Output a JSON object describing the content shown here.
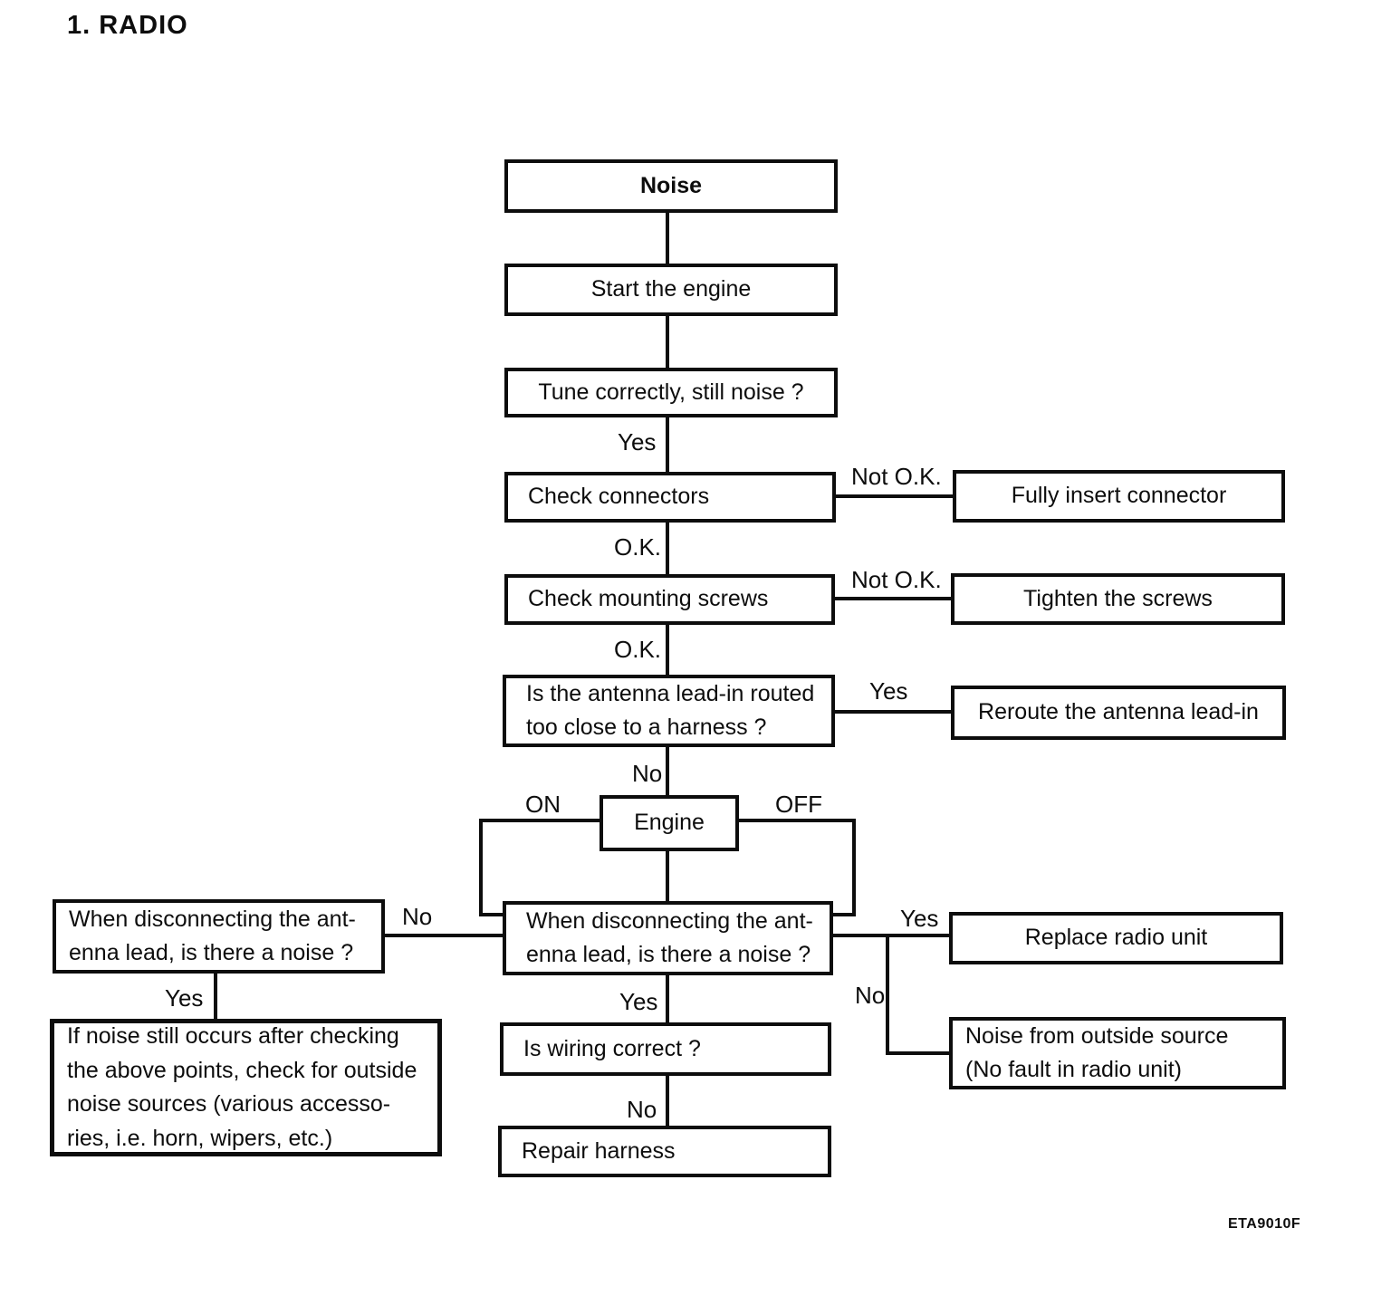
{
  "page": {
    "title": "1. RADIO",
    "figure_code": "ETA9010F"
  },
  "flowchart": {
    "colors": {
      "ink": "#0d0d0d",
      "paper": "#ffffff"
    },
    "nodes": {
      "noise": "Noise",
      "start_engine": "Start the engine",
      "tune": "Tune correctly, still noise ?",
      "check_connectors": "Check connectors",
      "fully_insert": "Fully insert connector",
      "check_screws": "Check mounting screws",
      "tighten_screws": "Tighten the screws",
      "antenna_routed": "Is the antenna lead-in routed\ntoo close to a harness ?",
      "reroute": "Reroute the antenna lead-in",
      "engine": "Engine",
      "when_disconnect_left": "When disconnecting the ant-\nenna lead, is there a noise ?",
      "when_disconnect_center": "When disconnecting the ant-\nenna lead, is there a noise ?",
      "replace_radio": "Replace radio unit",
      "outside_source": "Noise from outside source\n(No fault in radio unit)",
      "outside_check": "If noise still occurs after checking\nthe above points, check for outside\nnoise sources (various accesso-\nries, i.e. horn, wipers, etc.)",
      "wiring": "Is wiring correct ?",
      "repair_harness": "Repair harness"
    },
    "labels": {
      "yes_tune": "Yes",
      "not_ok_connectors": "Not O.K.",
      "ok_connectors": "O.K.",
      "not_ok_screws": "Not O.K.",
      "ok_screws": "O.K.",
      "yes_antenna": "Yes",
      "no_antenna": "No",
      "engine_on": "ON",
      "engine_off": "OFF",
      "no_left": "No",
      "yes_center": "Yes",
      "no_center": "No",
      "yes_left_down": "Yes",
      "yes_wiring": "Yes",
      "no_wiring": "No"
    }
  }
}
